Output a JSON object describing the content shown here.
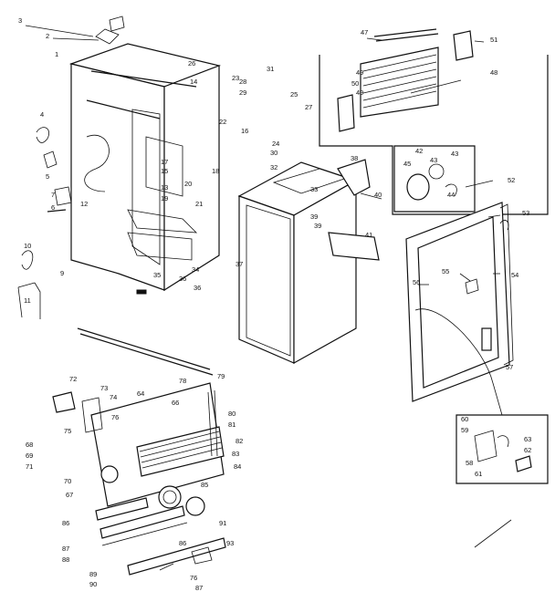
{
  "labels": [
    {
      "text": "3"
    },
    {
      "text": "2"
    },
    {
      "text": "1"
    },
    {
      "text": "26"
    },
    {
      "text": "23"
    },
    {
      "text": "31"
    },
    {
      "text": "14"
    },
    {
      "text": "28"
    },
    {
      "text": "29"
    },
    {
      "text": "25"
    },
    {
      "text": "27"
    },
    {
      "text": "4"
    },
    {
      "text": "22"
    },
    {
      "text": "16"
    },
    {
      "text": "24"
    },
    {
      "text": "5"
    },
    {
      "text": "17"
    },
    {
      "text": "15"
    },
    {
      "text": "18"
    },
    {
      "text": "30"
    },
    {
      "text": "32"
    },
    {
      "text": "13"
    },
    {
      "text": "19"
    },
    {
      "text": "20"
    },
    {
      "text": "12"
    },
    {
      "text": "7"
    },
    {
      "text": "6"
    },
    {
      "text": "21"
    },
    {
      "text": "10"
    },
    {
      "text": "9"
    },
    {
      "text": "11"
    },
    {
      "text": "35"
    },
    {
      "text": "34"
    },
    {
      "text": "36"
    },
    {
      "text": "36"
    },
    {
      "text": "38"
    },
    {
      "text": "39"
    },
    {
      "text": "33"
    },
    {
      "text": "39"
    },
    {
      "text": "40"
    },
    {
      "text": "37"
    },
    {
      "text": "41"
    },
    {
      "text": "47"
    },
    {
      "text": "51"
    },
    {
      "text": "49"
    },
    {
      "text": "50"
    },
    {
      "text": "49"
    },
    {
      "text": "48"
    },
    {
      "text": "42"
    },
    {
      "text": "43"
    },
    {
      "text": "45"
    },
    {
      "text": "43"
    },
    {
      "text": "44"
    },
    {
      "text": "52"
    },
    {
      "text": "53"
    },
    {
      "text": "55"
    },
    {
      "text": "54"
    },
    {
      "text": "56"
    },
    {
      "text": "57"
    },
    {
      "text": "60"
    },
    {
      "text": "59"
    },
    {
      "text": "63"
    },
    {
      "text": "62"
    },
    {
      "text": "58"
    },
    {
      "text": "61"
    },
    {
      "text": "72"
    },
    {
      "text": "73"
    },
    {
      "text": "74"
    },
    {
      "text": "75"
    },
    {
      "text": "76"
    },
    {
      "text": "64"
    },
    {
      "text": "78"
    },
    {
      "text": "79"
    },
    {
      "text": "66"
    },
    {
      "text": "80"
    },
    {
      "text": "81"
    },
    {
      "text": "68"
    },
    {
      "text": "69"
    },
    {
      "text": "71"
    },
    {
      "text": "70"
    },
    {
      "text": "82"
    },
    {
      "text": "83"
    },
    {
      "text": "84"
    },
    {
      "text": "85"
    },
    {
      "text": "67"
    },
    {
      "text": "86"
    },
    {
      "text": "86"
    },
    {
      "text": "87"
    },
    {
      "text": "88"
    },
    {
      "text": "91"
    },
    {
      "text": "93"
    },
    {
      "text": "89"
    },
    {
      "text": "90"
    },
    {
      "text": "76"
    },
    {
      "text": "87"
    }
  ]
}
